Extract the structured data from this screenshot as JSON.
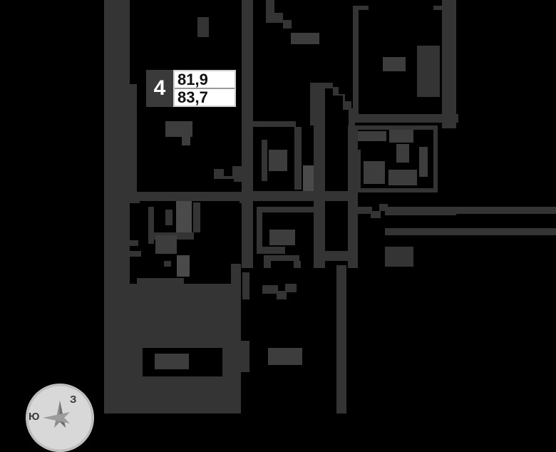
{
  "plan": {
    "type": "apartment-floor-plan",
    "background_color": "#000000",
    "wall_color": "#343434",
    "furniture_color": "#3d3d3d",
    "badge": {
      "rooms": "4",
      "area_total": "81,9",
      "area_secondary": "83,7",
      "rooms_label": "4",
      "badge_bg": "#3a3a3a",
      "areas_bg": "#ffffff"
    },
    "compass": {
      "west_label": "Ю",
      "east_label": "З",
      "disc_color": "#d8d8d8"
    }
  }
}
